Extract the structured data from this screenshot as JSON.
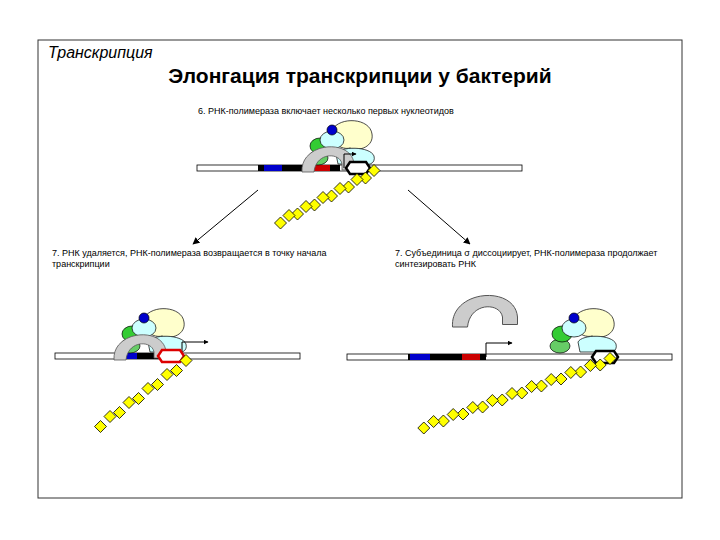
{
  "diagram": {
    "title": "Элонгация транскрипции у бактерий",
    "nodes": [
      {
        "text": [
          "6. РНК-полимераза включает несколько первых нуклеотидов"
        ]
      },
      {
        "text": [
          "7. РНК удаляется, РНК-полимераза возвращается в точку начала транскрипции"
        ]
      },
      {
        "text": [
          "7. Субъединица σ диссоциирует, РНК-полимераза продолжает синтезировать РНК"
        ]
      }
    ],
    "edges": [
      {
        "from": 0,
        "to": 1,
        "arrow": "to"
      },
      {
        "from": 0,
        "to": 2,
        "arrow": "to"
      }
    ],
    "labels": [
      "Транскрипция"
    ]
  }
}
